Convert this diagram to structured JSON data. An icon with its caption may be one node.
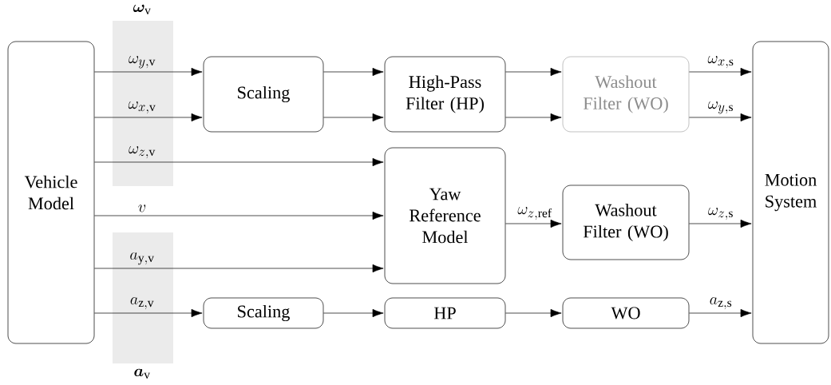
{
  "diagram": {
    "nodes": [
      {
        "text": [
          "Vehicle Model"
        ]
      },
      {
        "text": [
          "Scaling"
        ]
      },
      {
        "text": [
          "High-Pass Filter (HP)"
        ]
      },
      {
        "text": [
          "Washout Filter (WO)"
        ]
      },
      {
        "text": [
          "Motion System"
        ]
      },
      {
        "text": [
          "Yaw Reference Model"
        ]
      },
      {
        "text": [
          "Washout Filter (WO)"
        ]
      },
      {
        "text": [
          "Scaling"
        ]
      },
      {
        "text": [
          "HP"
        ]
      },
      {
        "text": [
          "WO"
        ]
      }
    ],
    "edges": [
      {
        "from": 0,
        "to": 1,
        "arrow": "to",
        "label": "\\omega_{y,\\mathrm{v}}"
      },
      {
        "from": 0,
        "to": 1,
        "arrow": "to",
        "label": "\\omega_{x,\\mathrm{v}}"
      },
      {
        "from": 1,
        "to": 2,
        "arrow": "to"
      },
      {
        "from": 1,
        "to": 2,
        "arrow": "to"
      },
      {
        "from": 2,
        "to": 3,
        "arrow": "to"
      },
      {
        "from": 2,
        "to": 3,
        "arrow": "to"
      },
      {
        "from": 3,
        "to": 4,
        "arrow": "to",
        "label": "\\omega_{x,\\mathrm{s}}"
      },
      {
        "from": 3,
        "to": 4,
        "arrow": "to",
        "label": "\\omega_{y,\\mathrm{s}}"
      },
      {
        "from": 0,
        "to": 5,
        "arrow": "to",
        "label": "\\omega_{z,\\mathrm{v}}"
      },
      {
        "from": 0,
        "to": 5,
        "arrow": "to",
        "label": "v"
      },
      {
        "from": 0,
        "to": 5,
        "arrow": "to",
        "label": "a_{\\mathrm{y,v}}"
      },
      {
        "from": 5,
        "to": 6,
        "arrow": "to",
        "label": "\\omega_{z,\\mathrm{ref}}"
      },
      {
        "from": 6,
        "to": 4,
        "arrow": "to",
        "label": "\\omega_{z,\\mathrm{s}}"
      },
      {
        "from": 0,
        "to": 7,
        "arrow": "to",
        "label": "a_{\\mathrm{z,v}}"
      },
      {
        "from": 7,
        "to": 8,
        "arrow": "to"
      },
      {
        "from": 8,
        "to": 9,
        "arrow": "to"
      },
      {
        "from": 9,
        "to": 4,
        "arrow": "to",
        "label": "a_{\\mathrm{z,s}}"
      }
    ],
    "labels": [
      "\\boldsymbol{\\omega}_{\\mathrm{v}}",
      "\\boldsymbol{a}_{\\mathrm{v}}"
    ]
  }
}
